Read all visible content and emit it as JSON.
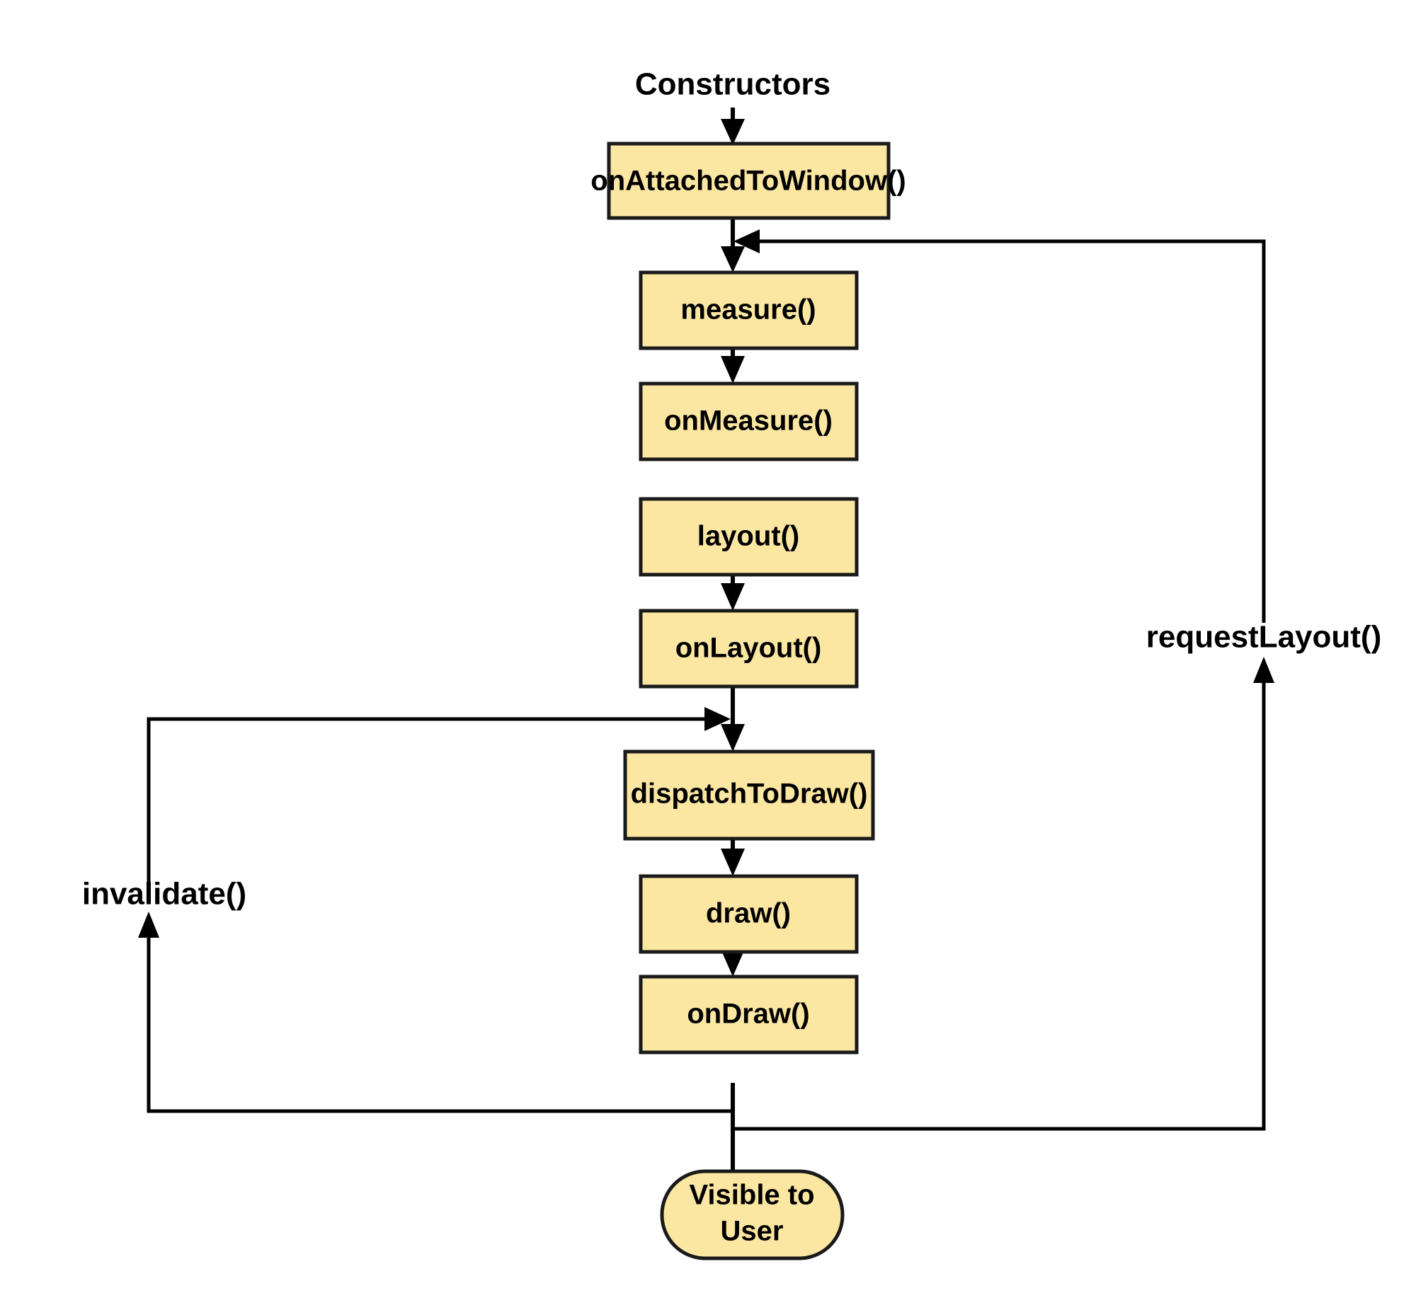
{
  "diagram": {
    "title": "Constructors",
    "colors": {
      "node_fill": "#FBE6A2",
      "node_stroke": "#1a1a1a",
      "edge_stroke": "#000000",
      "background": "#ffffff"
    },
    "start_label": "Constructors",
    "nodes": [
      {
        "id": "onAttachedToWindow",
        "label": "onAttachedToWindow()",
        "shape": "rect"
      },
      {
        "id": "measure",
        "label": "measure()",
        "shape": "rect"
      },
      {
        "id": "onMeasure",
        "label": "onMeasure()",
        "shape": "rect"
      },
      {
        "id": "layout",
        "label": "layout()",
        "shape": "rect"
      },
      {
        "id": "onLayout",
        "label": "onLayout()",
        "shape": "rect"
      },
      {
        "id": "dispatchToDraw",
        "label": "dispatchToDraw()",
        "shape": "rect"
      },
      {
        "id": "draw",
        "label": "draw()",
        "shape": "rect"
      },
      {
        "id": "onDraw",
        "label": "onDraw()",
        "shape": "rect"
      },
      {
        "id": "visibleToUser",
        "label": "Visible to",
        "label2": "User",
        "shape": "stadium"
      }
    ],
    "edge_labels": {
      "invalidate": "invalidate()",
      "requestLayout": "requestLayout()"
    }
  }
}
